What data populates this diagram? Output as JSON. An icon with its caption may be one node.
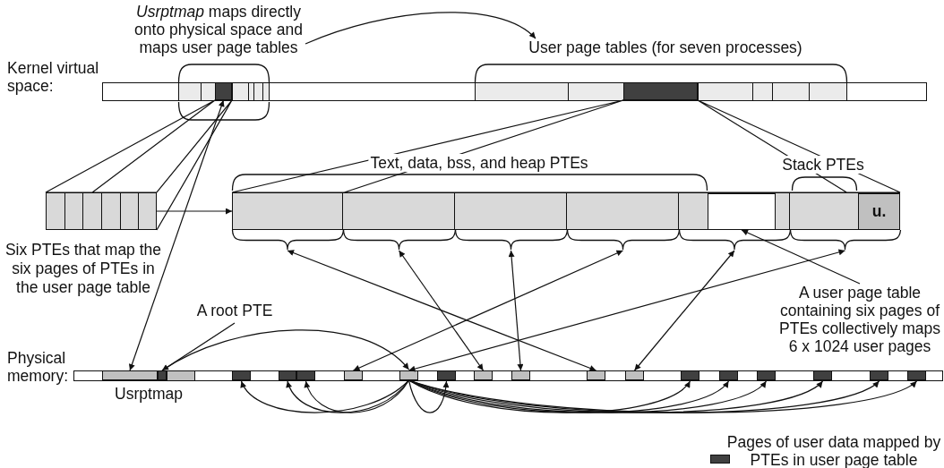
{
  "diagram": {
    "nodes": [
      {
        "text": [
          "*Usrptmap* maps directly onto physical space and maps user page tables"
        ]
      },
      {
        "text": [
          "User page tables (for seven processes)"
        ]
      },
      {
        "text": [
          "Kernel virtual space:"
        ]
      },
      {
        "text": [],
        "shape": "bar"
      },
      {
        "text": [],
        "shape": "box"
      },
      {
        "text": [],
        "shape": "bar"
      },
      {
        "text": [],
        "shape": "box"
      },
      {
        "text": [],
        "shape": "box",
        "beside": [
          "Six PTEs that map the six pages of PTEs in the user page table"
        ]
      },
      {
        "text": [],
        "shape": "box"
      },
      {
        "text": [],
        "shape": "box",
        "in": 8
      },
      {
        "text": [],
        "shape": "box",
        "in": 8
      },
      {
        "text": [],
        "shape": "box",
        "in": 8
      },
      {
        "text": [],
        "shape": "box",
        "in": 8
      },
      {
        "text": [],
        "shape": "box",
        "in": 8
      },
      {
        "text": [],
        "shape": "box",
        "in": 8
      },
      {
        "text": [],
        "shape": "box",
        "in": 13
      },
      {
        "text": [
          "u."
        ],
        "in": 14
      },
      {
        "text": [
          "A user page table containing six pages of PTEs collectively maps 6 x 1024 user pages"
        ]
      },
      {
        "text": [
          "A root PTE"
        ]
      },
      {
        "text": [
          "Physical memory:"
        ]
      },
      {
        "text": [],
        "shape": "box",
        "in": 19
      },
      {
        "text": [],
        "shape": "box",
        "in": 19
      },
      {
        "text": [],
        "shape": "box",
        "in": 19
      },
      {
        "text": [],
        "shape": "box",
        "in": 19
      },
      {
        "text": [],
        "shape": "box",
        "in": 19
      },
      {
        "text": [],
        "shape": "box",
        "in": 19
      },
      {
        "text": [],
        "shape": "box",
        "in": 19
      },
      {
        "text": [],
        "shape": "box",
        "in": 19
      },
      {
        "text": [],
        "shape": "box",
        "in": 19
      },
      {
        "text": [],
        "shape": "box",
        "in": 19
      },
      {
        "text": [],
        "shape": "box",
        "in": 19
      },
      {
        "text": [],
        "shape": "box",
        "in": 19
      },
      {
        "text": [],
        "shape": "box",
        "in": 19
      },
      {
        "text": [],
        "shape": "box",
        "in": 19
      },
      {
        "text": [],
        "shape": "box",
        "in": 19
      },
      {
        "text": [],
        "shape": "box",
        "in": 19
      },
      {
        "text": [],
        "shape": "box",
        "in": 19
      },
      {
        "text": [],
        "shape": "box",
        "in": 19
      }
    ],
    "edges": [
      {
        "from": 0,
        "to": 1,
        "arrow": "to"
      },
      {
        "from": 4,
        "to": 7,
        "arrow": "none"
      },
      {
        "from": 6,
        "to": 8,
        "arrow": "none"
      },
      {
        "from": 7,
        "to": 8,
        "arrow": "to"
      },
      {
        "from": 3,
        "to": 20,
        "arrow": "both"
      },
      {
        "from": 9,
        "to": 30,
        "arrow": "both"
      },
      {
        "from": 10,
        "to": 28,
        "arrow": "both"
      },
      {
        "from": 11,
        "to": 29,
        "arrow": "both"
      },
      {
        "from": 12,
        "to": 25,
        "arrow": "both"
      },
      {
        "from": 13,
        "to": 31,
        "arrow": "both"
      },
      {
        "from": 14,
        "to": 26,
        "arrow": "both"
      },
      {
        "from": 17,
        "to": 15,
        "arrow": "to"
      },
      {
        "from": 18,
        "to": 21,
        "arrow": "to"
      },
      {
        "from": 21,
        "to": 26,
        "arrow": "to"
      },
      {
        "from": 26,
        "to": 22,
        "arrow": "to"
      },
      {
        "from": 26,
        "to": 23,
        "arrow": "to"
      },
      {
        "from": 26,
        "to": 24,
        "arrow": "to"
      },
      {
        "from": 26,
        "to": 27,
        "arrow": "to"
      },
      {
        "from": 26,
        "to": 32,
        "arrow": "to"
      },
      {
        "from": 26,
        "to": 33,
        "arrow": "to"
      },
      {
        "from": 26,
        "to": 34,
        "arrow": "to"
      },
      {
        "from": 26,
        "to": 35,
        "arrow": "to"
      },
      {
        "from": 26,
        "to": 36,
        "arrow": "to"
      },
      {
        "from": 26,
        "to": 37,
        "arrow": "to"
      }
    ],
    "labels": [
      "Text, data, bss, and heap PTEs",
      "Stack PTEs",
      "Usrptmap"
    ],
    "legend": [
      {
        "text": "Pages of user data mapped by PTEs in user page table",
        "color": "#404040"
      }
    ]
  }
}
